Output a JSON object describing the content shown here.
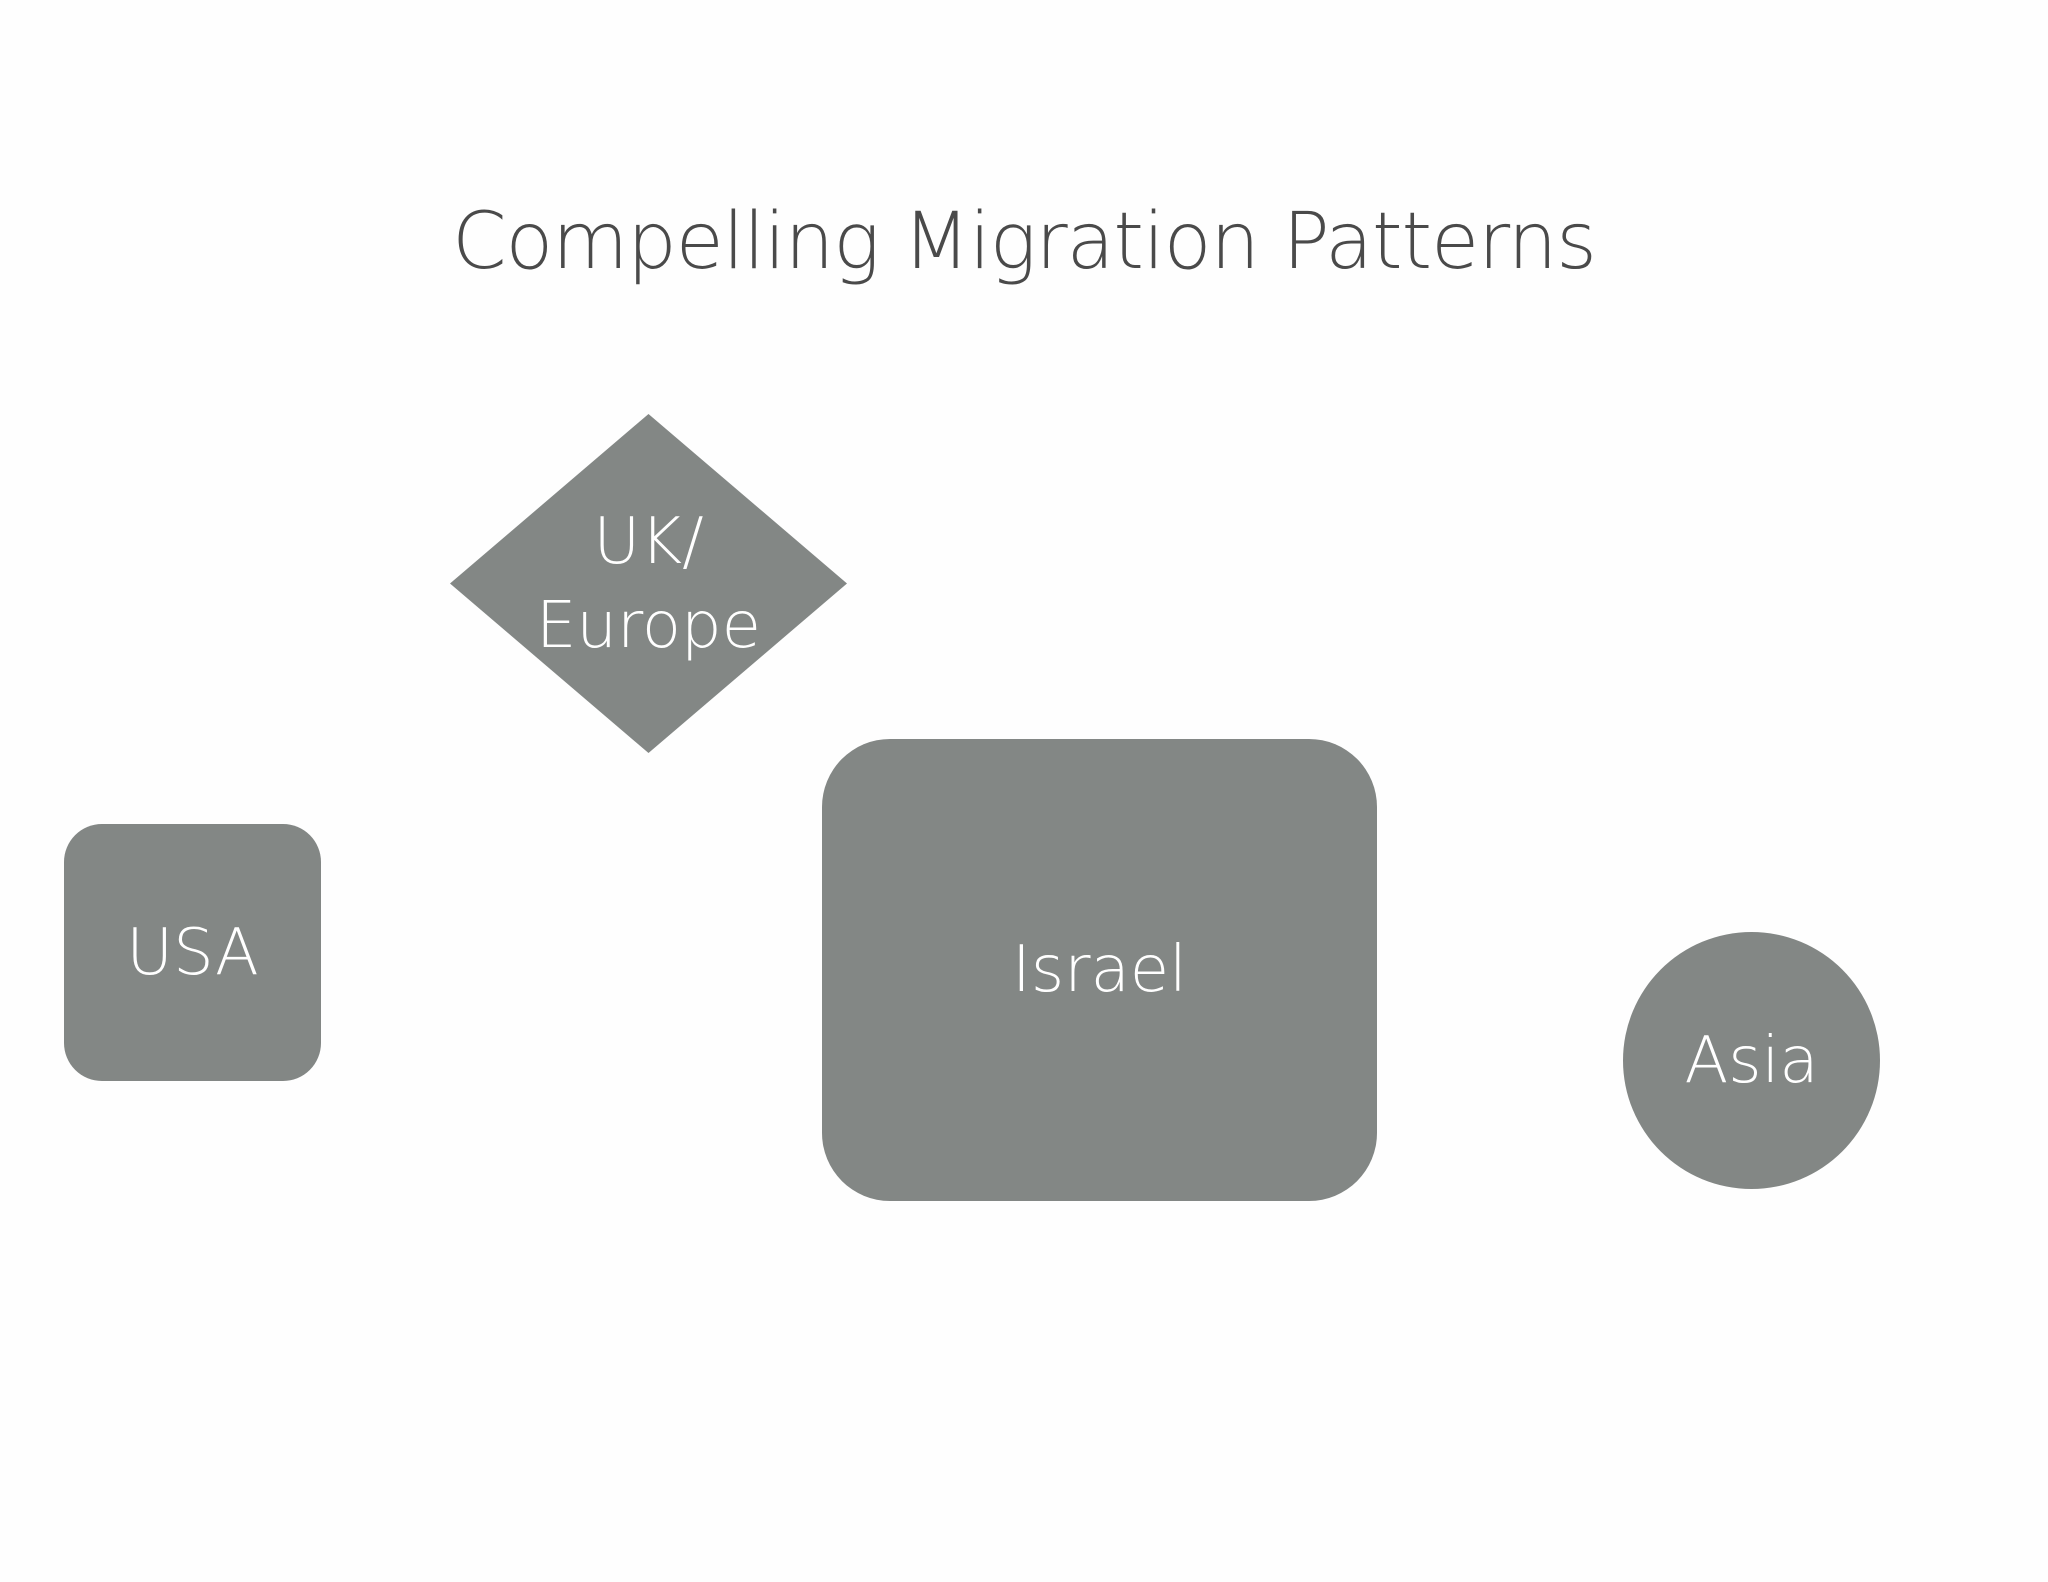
{
  "title": "Compelling Migration Patterns",
  "colors": {
    "background": "#fefefe",
    "shape_fill": "#838785",
    "title_text": "#4a4a4a",
    "shape_text": "#ffffff"
  },
  "nodes": [
    {
      "id": "usa",
      "shape": "rounded-square",
      "label": "USA"
    },
    {
      "id": "uk-europe",
      "shape": "diamond",
      "label_lines": [
        "UK/",
        "Europe"
      ]
    },
    {
      "id": "israel",
      "shape": "rounded-rectangle",
      "label": "Israel"
    },
    {
      "id": "asia",
      "shape": "circle",
      "label": "Asia"
    }
  ]
}
